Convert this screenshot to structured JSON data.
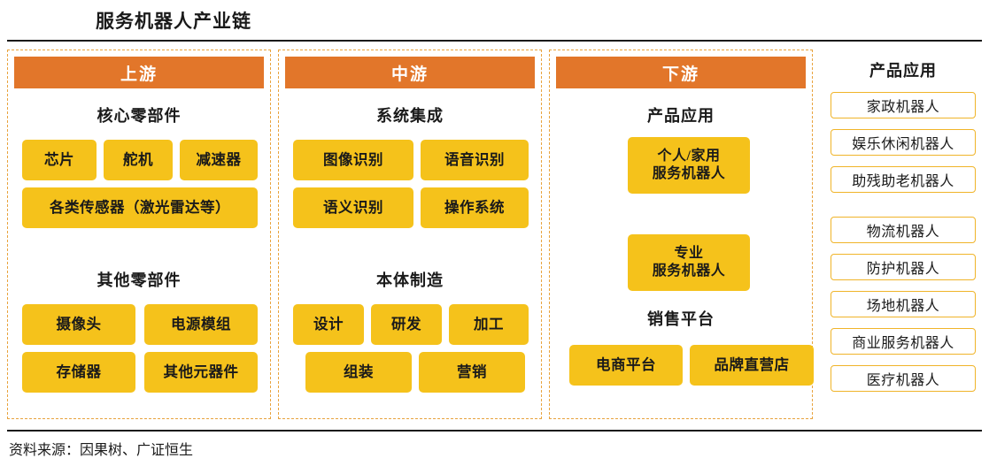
{
  "title": "服务机器人产业链",
  "source": "资料来源：因果树、广证恒生",
  "colors": {
    "header_orange": "#E2762A",
    "chip_yellow": "#F5C21B",
    "dashed_border": "#E8A33D",
    "app_border": "#F0B429",
    "rule_black": "#1a1a1a"
  },
  "stages": [
    {
      "name": "upstream",
      "header": "上游",
      "groups": [
        {
          "title": "核心零部件",
          "chips": [
            "芯片",
            "舵机",
            "减速器",
            "各类传感器（激光雷达等）"
          ]
        },
        {
          "title": "其他零部件",
          "chips": [
            "摄像头",
            "电源模组",
            "存储器",
            "其他元器件"
          ]
        }
      ]
    },
    {
      "name": "midstream",
      "header": "中游",
      "groups": [
        {
          "title": "系统集成",
          "chips": [
            "图像识别",
            "语音识别",
            "语义识别",
            "操作系统"
          ]
        },
        {
          "title": "本体制造",
          "chips": [
            "设计",
            "研发",
            "加工",
            "组装",
            "营销"
          ]
        }
      ]
    },
    {
      "name": "downstream",
      "header": "下游",
      "groups": [
        {
          "title": "产品应用",
          "chips": [
            "个人/家用\n服务机器人",
            "专业\n服务机器人"
          ]
        },
        {
          "title": "销售平台",
          "chips": [
            "电商平台",
            "品牌直营店"
          ]
        }
      ]
    }
  ],
  "applications": {
    "title": "产品应用",
    "items": [
      "家政机器人",
      "娱乐休闲机器人",
      "助残助老机器人",
      "物流机器人",
      "防护机器人",
      "场地机器人",
      "商业服务机器人",
      "医疗机器人"
    ]
  }
}
